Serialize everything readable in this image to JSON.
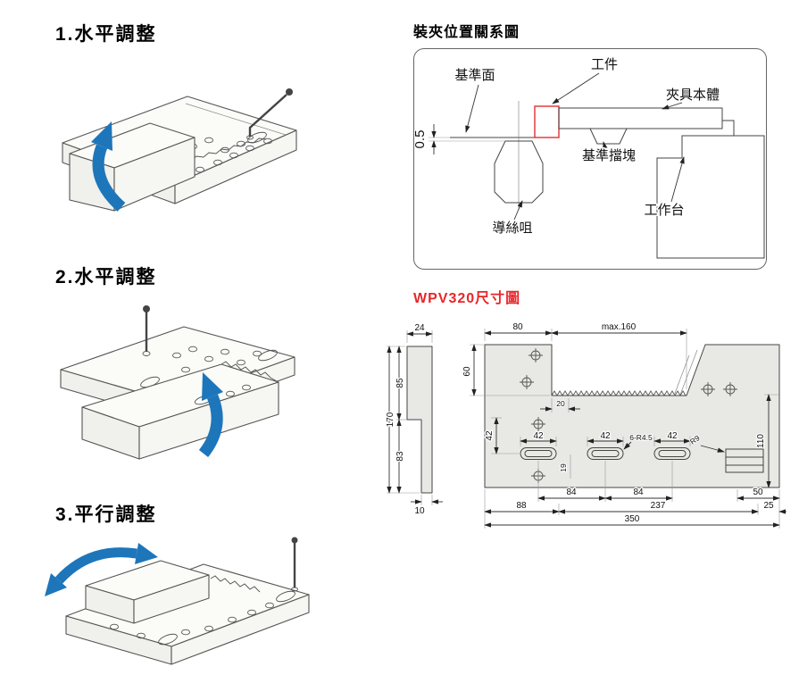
{
  "steps": [
    {
      "title": "1.水平調整"
    },
    {
      "title": "2.水平調整"
    },
    {
      "title": "3.平行調整"
    }
  ],
  "clamp_diagram": {
    "title": "裝夾位置關系圖",
    "labels": {
      "datum_face": "基準面",
      "workpiece": "工件",
      "fixture_body": "夾具本體",
      "datum_block": "基準擋塊",
      "wire_guide": "導絲咀",
      "worktable": "工作台",
      "gap": "0.5"
    }
  },
  "dimension_drawing": {
    "title": "WPV320尺寸圖",
    "title_color": "#e8262a",
    "side_view": {
      "width_top": "24",
      "height_upper": "85",
      "height_total": "170",
      "height_lower": "83",
      "width_bottom": "10"
    },
    "main_view": {
      "left_block_width": "80",
      "max_opening": "max.160",
      "opening_depth": "60",
      "pitch": "20",
      "slot_width_a": "42",
      "slot_width_b": "42",
      "slot_width_c": "42",
      "slot_height": "42",
      "offset_small": "19",
      "slot_radius_note": "6-R4.5",
      "corner_radius": "R9",
      "height_right": "110",
      "spacing_a": "84",
      "spacing_b": "84",
      "pocket_width": "50",
      "margin_left": "88",
      "span_center": "237",
      "margin_right": "25",
      "width_total": "350"
    }
  }
}
